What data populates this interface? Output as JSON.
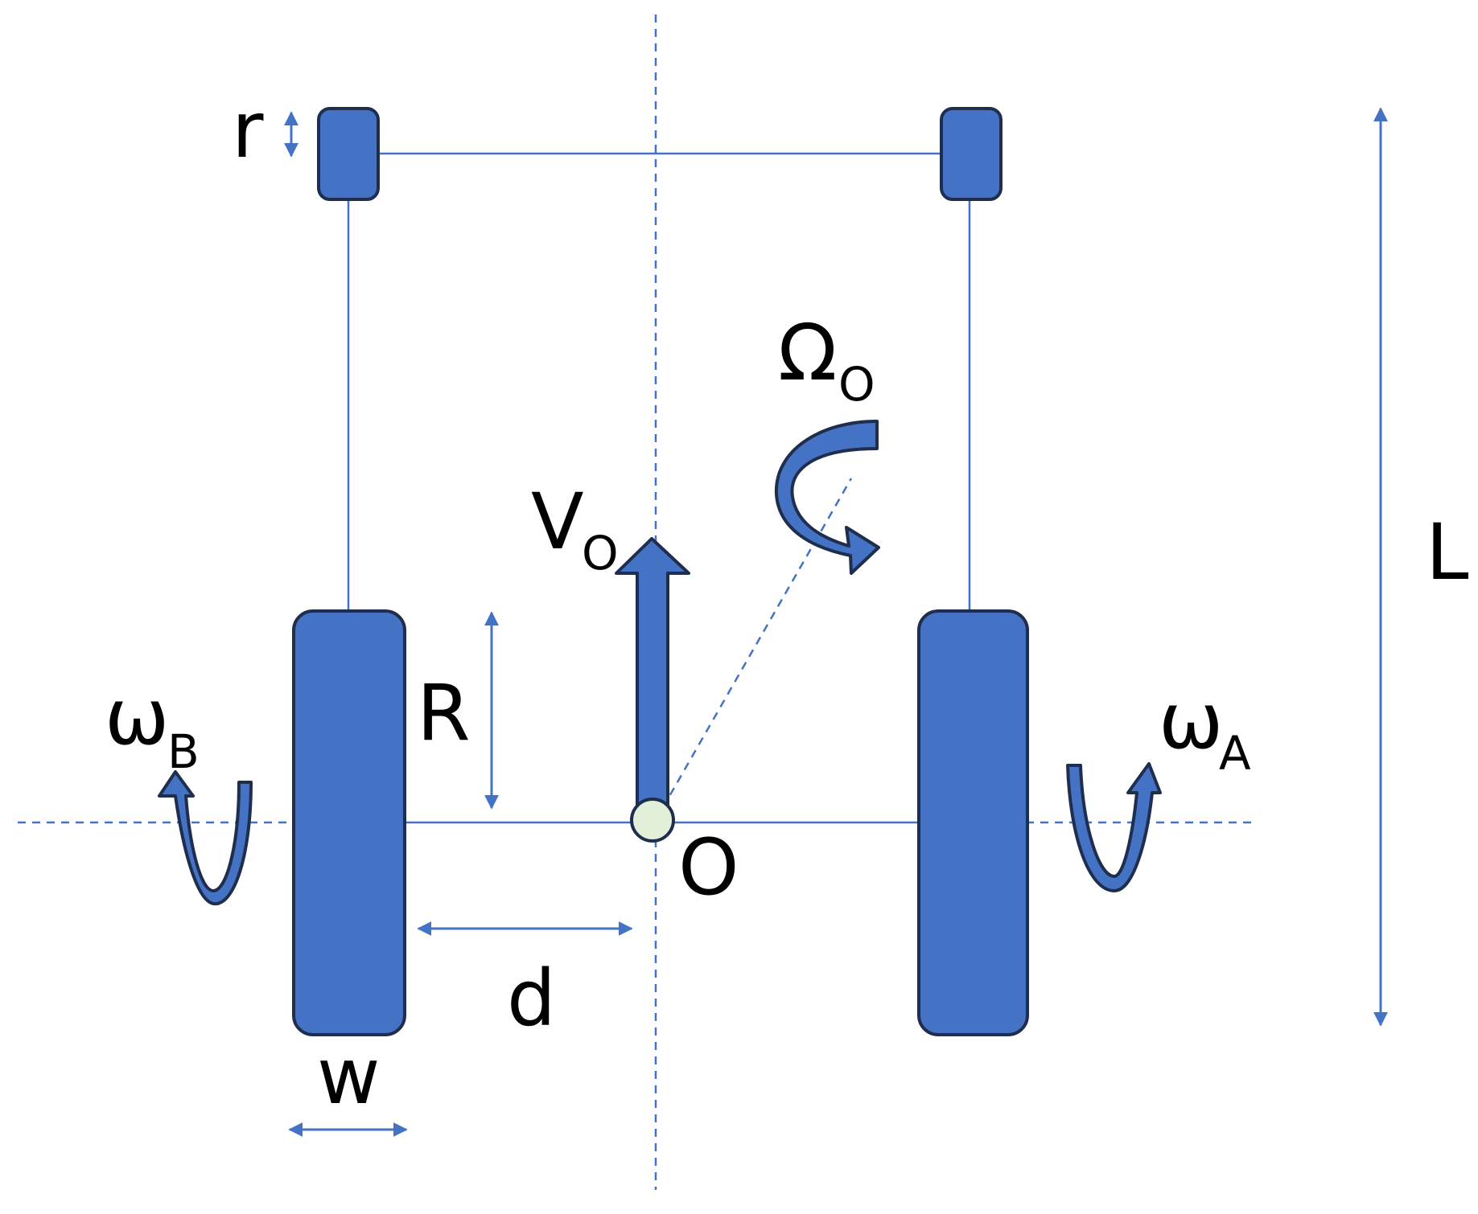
{
  "diagram": {
    "labels": {
      "r": "r",
      "R": "R",
      "w": "w",
      "d": "d",
      "L": "L",
      "origin": "O",
      "velocity": "V",
      "velocity_sub": "O",
      "angular_velocity": "Ω",
      "angular_velocity_sub": "O",
      "omega_left": "ω",
      "omega_left_sub": "B",
      "omega_right": "ω",
      "omega_right_sub": "A"
    },
    "colors": {
      "wheel_fill": "#4472C4",
      "wheel_stroke": "#1F2E4D",
      "line": "#4472C4",
      "origin_fill": "#E2F0D9",
      "text": "#000000"
    }
  }
}
